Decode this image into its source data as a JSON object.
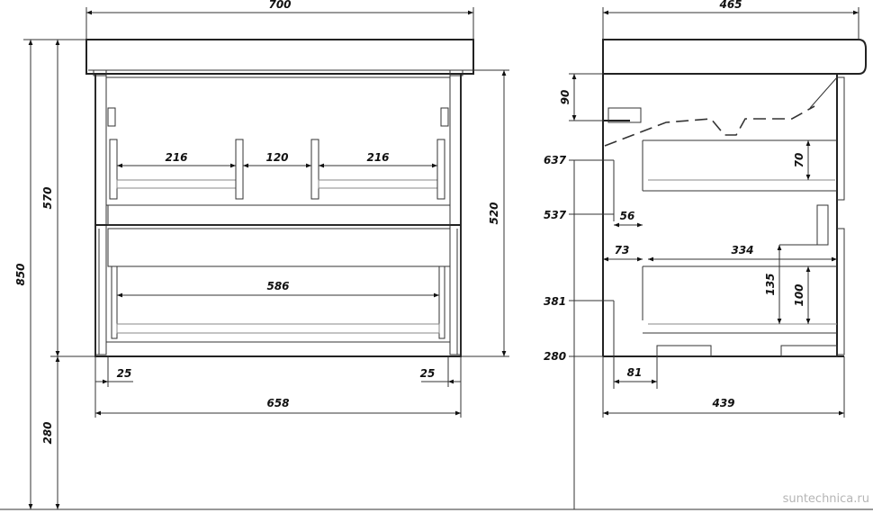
{
  "front_view": {
    "overall_width": "700",
    "total_height": "850",
    "cabinet_height": "570",
    "body_height": "520",
    "leg_height": "280",
    "top_drawer_left_inner": "216",
    "top_drawer_gap": "120",
    "top_drawer_right_inner": "216",
    "bottom_drawer_inner": "586",
    "left_offset": "25",
    "right_offset": "25",
    "body_width": "658"
  },
  "side_view": {
    "overall_depth": "465",
    "siphon_cutout_height": "90",
    "level_637": "637",
    "level_537": "537",
    "level_381": "381",
    "level_280": "280",
    "top_drawer_height": "70",
    "offset_56": "56",
    "offset_73": "73",
    "drawer_depth": "334",
    "bottom_drawer_outer": "135",
    "bottom_drawer_inner": "100",
    "offset_81": "81",
    "body_depth": "439"
  },
  "watermark": "suntechnica.ru"
}
